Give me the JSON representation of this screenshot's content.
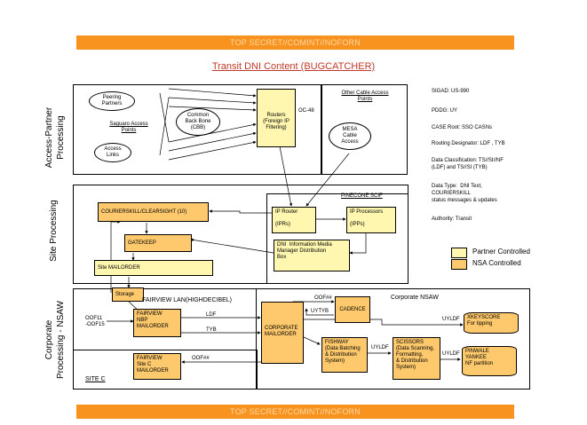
{
  "banner": {
    "top": "TOP SECRET//COMINT//NOFORN",
    "bottom": "TOP SECRET//COMINT//NOFORN"
  },
  "title": "Transit DNI Content (BUGCATCHER)",
  "sections": {
    "access_partner": "Access-Partner\nProcessing",
    "site_processing": "Site Processing",
    "corporate": "Corporate\nProcessing - NSAW"
  },
  "access": {
    "peering": "Peering\nPartners",
    "saguaro": "Saguaro Access\nPoints",
    "cbb": "Common\nBack Bone\n(CBB)",
    "links": "Access\nLinks",
    "routers": "Routers\n(Foreign IP\nFiltering)",
    "oc48": "OC-48",
    "other_cable": "Other Cable Access\nPoints",
    "mesa": "MESA\nCable\nAccess"
  },
  "site": {
    "pinecone": "PINECONE SCIF",
    "courierskill": "COURIERSKILL/CLEARSIGHT (10)",
    "gatekeep": "GATEKEEP",
    "mailorder": "Site MAILORDER",
    "ip_router": "IP Router\n\n(IPRs)",
    "ip_processors": "IP Processors\n\n(IPPs)",
    "dni_box": "DNI  Information Media\nManager Distribution\nBox"
  },
  "corporate": {
    "storage": "Storage",
    "fairview_lan": "FAIRVIEW LAN(HIGHDECIBEL)",
    "corporate_nsaw": "Corporate NSAW",
    "oof11": "OOF11\n-OOF15",
    "fairview_nbp": "FAIRVIEW\nNBP\nMAILORDER",
    "ldf": "LDF",
    "tyb": "TYB",
    "corp_mailorder": "CORPORATE\nMAILORDER",
    "oof_top": "OOF##",
    "uytyb": "UYTYB",
    "cadence": "CADENCE",
    "uyldf_top": "UYLDF",
    "xkeyscore": "XKEYSCORE\nFor tipping",
    "fishway": "FISHWAY\n(Data Batching\n& Distribution\nSystem)",
    "uyldf_mid": "UYLDF",
    "scissors": "SCISSORS\n(Data Scanning,\nFormatting,\n& Distribution\nSystem)",
    "uyldf_bot": "UYLDF",
    "pinwale": "PINWALE\nYANKEE\nNF partition",
    "fairview_c": "FAIRVIEW\nSite C\nMAILORDER",
    "oof_bot": "OOF##",
    "site_c": "SITE C"
  },
  "info": {
    "sigad": "SIGAD: US-990",
    "pddg": "PDDG: UY",
    "case_root": "CASE Root: SSO CASNs",
    "routing": "Routing Designator: LDF , TYB",
    "classification": "Data Classification: TS//SI//NF\n(LDF) and TS//SI (TYB)",
    "data_type": "Data Type:  DNI Text,\nCOURIERSKILL\nstatus messages & updates",
    "authority": "Authority:  Transit"
  },
  "legend": {
    "partner": "Partner Controlled",
    "nsa": "NSA Controlled"
  },
  "colors": {
    "banner": "#f7931e",
    "partner": "#fff7b0",
    "nsa": "#fdc96c",
    "title": "#c0392b"
  }
}
